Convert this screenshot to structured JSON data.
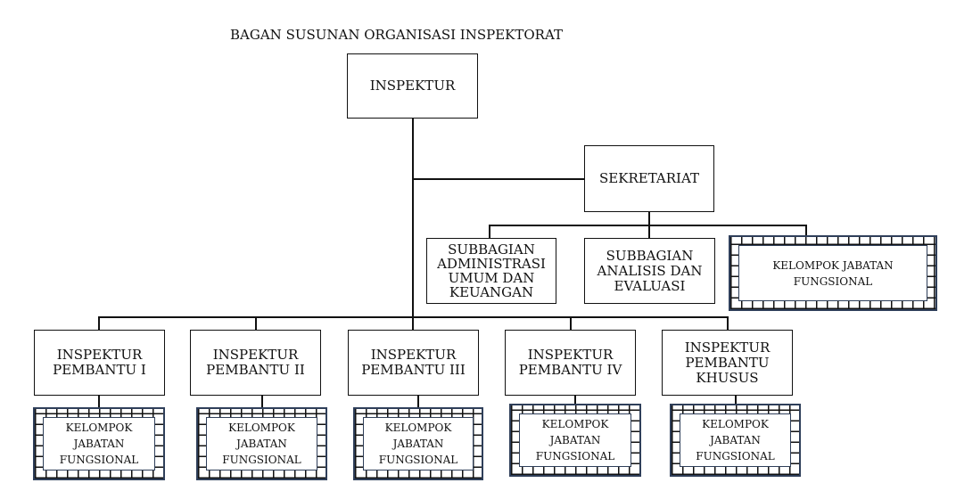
{
  "title": "BAGAN SUSUNAN ORGANISASI INSPEKTORAT",
  "inspektur": "INSPEKTUR",
  "sekretariat": "SEKRETARIAT",
  "subbagian": [
    {
      "label": "SUBBAGIAN\nADMINISTRASI\nUMUM DAN\nKEUANGAN"
    },
    {
      "label": "SUBBAGIAN\nANALISIS DAN\nEVALUASI"
    }
  ],
  "kjf_sekretariat": "KELOMPOK JABATAN\nFUNGSIONAL",
  "inspektur_pembantu": [
    {
      "label": "INSPEKTUR\nPEMBANTU I",
      "kjf": "KELOMPOK\nJABATAN\nFUNGSIONAL"
    },
    {
      "label": "INSPEKTUR\nPEMBANTU II",
      "kjf": "KELOMPOK\nJABATAN\nFUNGSIONAL"
    },
    {
      "label": "INSPEKTUR\nPEMBANTU III",
      "kjf": "KELOMPOK\nJABATAN\nFUNGSIONAL"
    },
    {
      "label": "INSPEKTUR\nPEMBANTU IV",
      "kjf": "KELOMPOK\nJABATAN\nFUNGSIONAL"
    },
    {
      "label": "INSPEKTUR\nPEMBANTU\nKHUSUS",
      "kjf": "KELOMPOK\nJABATAN\nFUNGSIONAL"
    }
  ]
}
